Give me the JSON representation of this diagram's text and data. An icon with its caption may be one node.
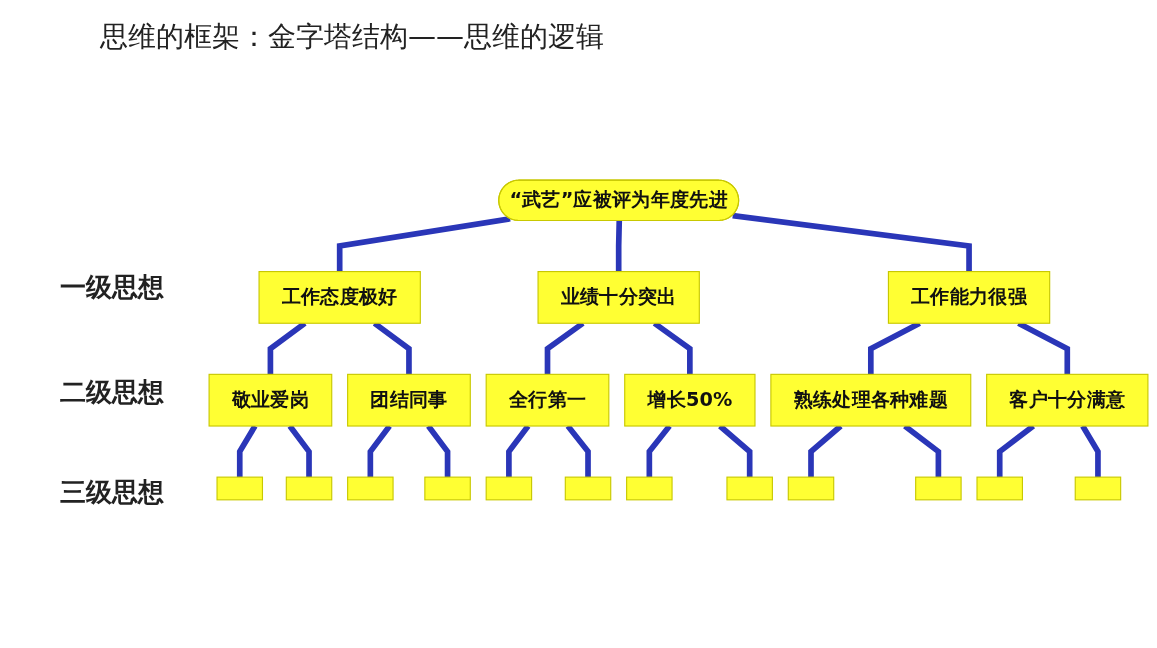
{
  "diagram": {
    "title": "思维的框架：金字塔结构——思维的逻辑",
    "nodes": [
      {
        "text": [
          "“武艺”应被评为年度先进"
        ]
      },
      {
        "text": [
          "工作态度极好"
        ]
      },
      {
        "text": [
          "业绩十分突出"
        ]
      },
      {
        "text": [
          "工作能力很强"
        ]
      },
      {
        "text": [
          "敬业爱岗"
        ]
      },
      {
        "text": [
          "团结同事"
        ]
      },
      {
        "text": [
          "全行第一"
        ]
      },
      {
        "text": [
          "增长50%"
        ]
      },
      {
        "text": [
          "熟练处理各种难题"
        ]
      },
      {
        "text": [
          "客户十分满意"
        ]
      },
      {
        "text": [],
        "shape": "box"
      },
      {
        "text": [],
        "shape": "box"
      },
      {
        "text": [],
        "shape": "box"
      },
      {
        "text": [],
        "shape": "box"
      },
      {
        "text": [],
        "shape": "box"
      },
      {
        "text": [],
        "shape": "box"
      },
      {
        "text": [],
        "shape": "box"
      },
      {
        "text": [],
        "shape": "box"
      },
      {
        "text": [],
        "shape": "box"
      },
      {
        "text": [],
        "shape": "box"
      },
      {
        "text": [],
        "shape": "box"
      },
      {
        "text": [],
        "shape": "box"
      }
    ],
    "edges": [
      {
        "from": 0,
        "to": 1,
        "arrow": "none"
      },
      {
        "from": 0,
        "to": 2,
        "arrow": "none"
      },
      {
        "from": 0,
        "to": 3,
        "arrow": "none"
      },
      {
        "from": 1,
        "to": 4,
        "arrow": "none"
      },
      {
        "from": 1,
        "to": 5,
        "arrow": "none"
      },
      {
        "from": 2,
        "to": 6,
        "arrow": "none"
      },
      {
        "from": 2,
        "to": 7,
        "arrow": "none"
      },
      {
        "from": 3,
        "to": 8,
        "arrow": "none"
      },
      {
        "from": 3,
        "to": 9,
        "arrow": "none"
      },
      {
        "from": 4,
        "to": 10,
        "arrow": "none"
      },
      {
        "from": 4,
        "to": 11,
        "arrow": "none"
      },
      {
        "from": 5,
        "to": 12,
        "arrow": "none"
      },
      {
        "from": 5,
        "to": 13,
        "arrow": "none"
      },
      {
        "from": 6,
        "to": 14,
        "arrow": "none"
      },
      {
        "from": 6,
        "to": 15,
        "arrow": "none"
      },
      {
        "from": 7,
        "to": 16,
        "arrow": "none"
      },
      {
        "from": 7,
        "to": 17,
        "arrow": "none"
      },
      {
        "from": 8,
        "to": 18,
        "arrow": "none"
      },
      {
        "from": 8,
        "to": 19,
        "arrow": "none"
      },
      {
        "from": 9,
        "to": 20,
        "arrow": "none"
      },
      {
        "from": 9,
        "to": 21,
        "arrow": "none"
      }
    ],
    "labels": [
      "一级思想",
      "二级思想",
      "三级思想"
    ]
  }
}
